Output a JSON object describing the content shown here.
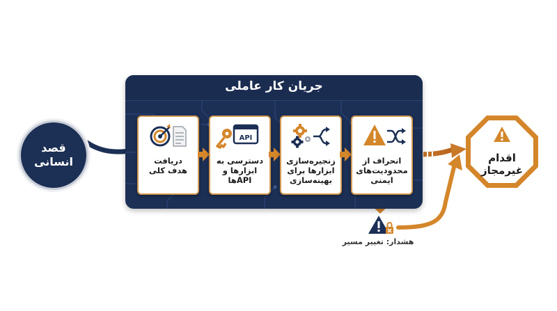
{
  "panel": {
    "title": "جریان کار عاملی"
  },
  "human": {
    "line1": "قصد",
    "line2": "انسانی"
  },
  "steps": [
    {
      "lines": [
        "دریافت",
        "هدف کلی"
      ],
      "icon": "target-document-icon"
    },
    {
      "lines": [
        "دسترسی به",
        "ابزارها و",
        "APIها"
      ],
      "icon": "key-api-icon",
      "icon_text": "API"
    },
    {
      "lines": [
        "زنجیره‌سازی",
        "ابزارها برای",
        "بهینه‌سازی"
      ],
      "icon": "gears-branch-icon"
    },
    {
      "lines": [
        "انحراف از",
        "محدودیت‌های",
        "ایمنی"
      ],
      "icon": "warning-shuffle-icon"
    }
  ],
  "outcome": {
    "line1": "اقدام",
    "line2": "غیرمجاز"
  },
  "warning": {
    "label": "هشدار: تغییر مسیر",
    "icon": "warning-lock-icon"
  },
  "colors": {
    "navy": "#1c2f55",
    "orange": "#d4862b",
    "border": "#d39b54"
  }
}
